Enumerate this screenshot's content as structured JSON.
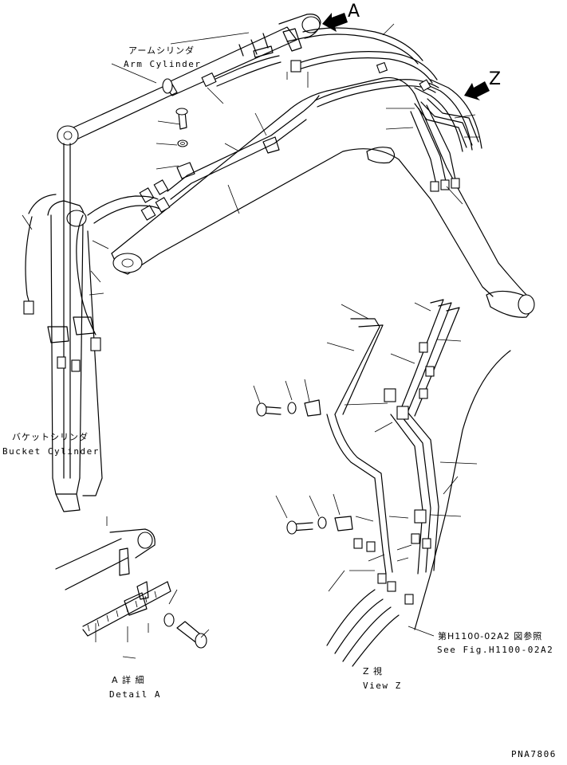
{
  "labels": {
    "arm_cylinder_jp": "アームシリンダ",
    "arm_cylinder_en": "Arm Cylinder",
    "bucket_cylinder_jp": "バケットシリンダ",
    "bucket_cylinder_en": "Bucket Cylinder",
    "marker_a": "A",
    "marker_z": "Z",
    "detail_a_jp": "A 詳 細",
    "detail_a_en": "Detail A",
    "view_z_jp": "Z 視",
    "view_z_en": "View Z",
    "ref_jp": "第H1100-02A2 図参照",
    "ref_en": "See Fig.H1100-02A2",
    "drawing_no": "PNA7806"
  },
  "icons": {
    "arrow_a": "bold-arrow-icon",
    "arrow_z": "bold-arrow-icon"
  }
}
